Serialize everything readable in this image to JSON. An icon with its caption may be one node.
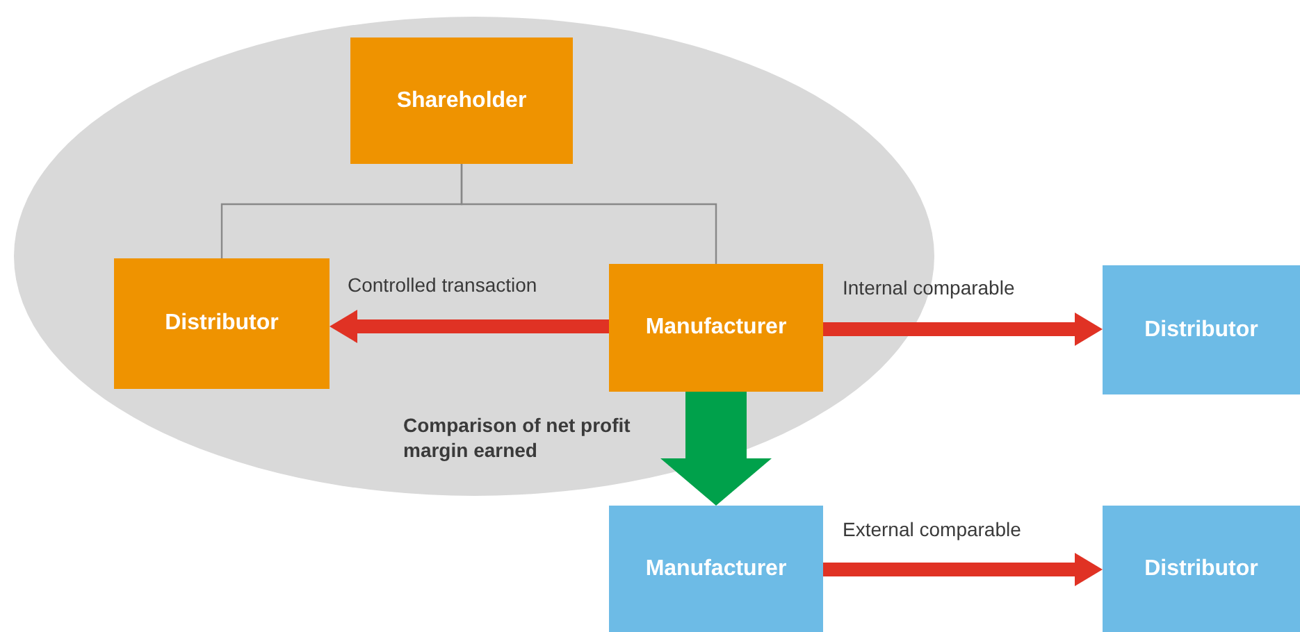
{
  "diagram": {
    "nodes": [
      {
        "text": [],
        "shape": "ellipse"
      },
      {
        "text": [
          "Shareholder"
        ],
        "in": 0
      },
      {
        "text": [
          "Distributor"
        ],
        "in": 0
      },
      {
        "text": [
          "Manufacturer"
        ],
        "in": 0
      },
      {
        "text": [
          "Distributor"
        ]
      },
      {
        "text": [
          "Manufacturer"
        ]
      },
      {
        "text": [
          "Distributor"
        ]
      }
    ],
    "edges": [
      {
        "from": 1,
        "to": 2,
        "arrow": "none",
        "color": "#888888"
      },
      {
        "from": 1,
        "to": 3,
        "arrow": "none",
        "color": "#888888"
      },
      {
        "from": 3,
        "to": 2,
        "arrow": "to",
        "label": "Controlled transaction",
        "color": "#e03224"
      },
      {
        "from": 3,
        "to": 4,
        "arrow": "to",
        "label": "Internal comparable",
        "color": "#e03224"
      },
      {
        "from": 3,
        "to": 5,
        "arrow": "to",
        "label": "Comparison of net profit margin earned",
        "style": "thick",
        "color": "#00a14b"
      },
      {
        "from": 5,
        "to": 6,
        "arrow": "to",
        "label": "External comparable",
        "color": "#e03224"
      }
    ]
  }
}
